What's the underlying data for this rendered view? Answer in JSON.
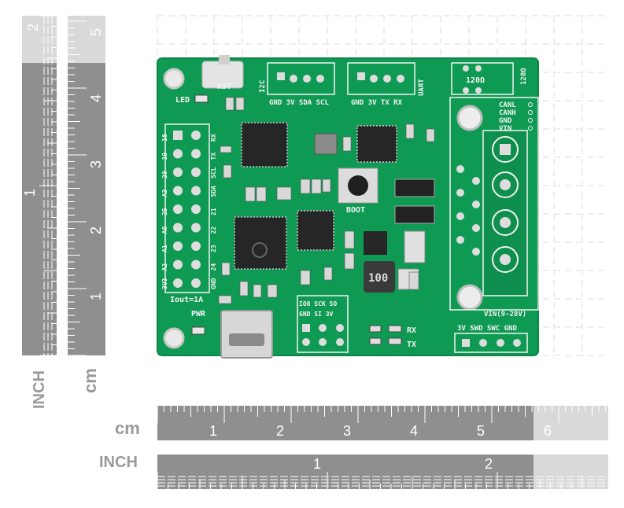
{
  "colors": {
    "pcb": "#0f9a54",
    "pcb_edge": "#0c8548",
    "silk": "#f2f2f2",
    "ruler_dark": "#8f8f8f",
    "ruler_light": "#d9d9d9",
    "grid": "#dcdcdc"
  },
  "rulers": {
    "cm_caption": "cm",
    "inch_caption": "INCH",
    "bottom_cm_numbers": [
      "1",
      "2",
      "3",
      "4",
      "5",
      "6"
    ],
    "bottom_inch_numbers": [
      "1",
      "2"
    ],
    "left_inch_numbers": [
      "1",
      "2",
      "3",
      "4",
      "5"
    ],
    "left_cm_numbers": [
      "1",
      "2"
    ]
  },
  "board": {
    "rst": "RST",
    "led": "LED",
    "pwr": "PWR",
    "boot": "BOOT",
    "i2c": "I2C",
    "uart": "UART",
    "i2c_pins": "GND 3V SDA SCL",
    "uart_pins": "GND 3V TX RX",
    "resistor_120_a": "120Ω",
    "resistor_120_b": "120Ω",
    "can_labels": [
      "CANL",
      "CANH",
      "GND",
      "VIN"
    ],
    "vin_range": "VIN(9-28V)",
    "iout": "Iout=1A",
    "inductor": "100",
    "left_gpio_labels": [
      "10",
      "19",
      "20",
      "A3",
      "25",
      "A0",
      "A1",
      "A2",
      "3V3"
    ],
    "right_gpio_labels": [
      "RX",
      "TX",
      "SCL",
      "SDA",
      "21",
      "22",
      "23",
      "24",
      "GND"
    ],
    "swd_labels": "3V SWD SWC GND",
    "spi_top": "IO8 SCK SO",
    "spi_bottom": "GND SI 3V",
    "rx": "RX",
    "tx": "TX"
  }
}
